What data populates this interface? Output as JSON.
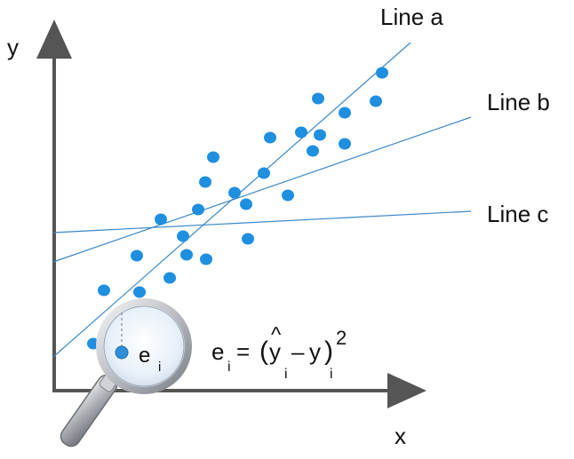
{
  "axes": {
    "x_label": "x",
    "y_label": "y",
    "color": "#555555"
  },
  "lines": [
    {
      "key": "a",
      "label": "Line a"
    },
    {
      "key": "b",
      "label": "Line b"
    },
    {
      "key": "c",
      "label": "Line c"
    }
  ],
  "line_color": "#3a87c8",
  "point_color": "#1f8fe0",
  "magnifier": {
    "icon": "magnifying-glass-icon",
    "point_label_main": "e",
    "point_label_sub": "i"
  },
  "formula": {
    "lhs_main": "e",
    "lhs_sub": "i",
    "equals": "=",
    "open_paren": "(",
    "hat": "^",
    "yhat_main": "y",
    "yhat_sub": "i",
    "minus": "–",
    "y_main": "y",
    "y_sub": "i",
    "close_paren": ")",
    "exponent": "2"
  }
}
